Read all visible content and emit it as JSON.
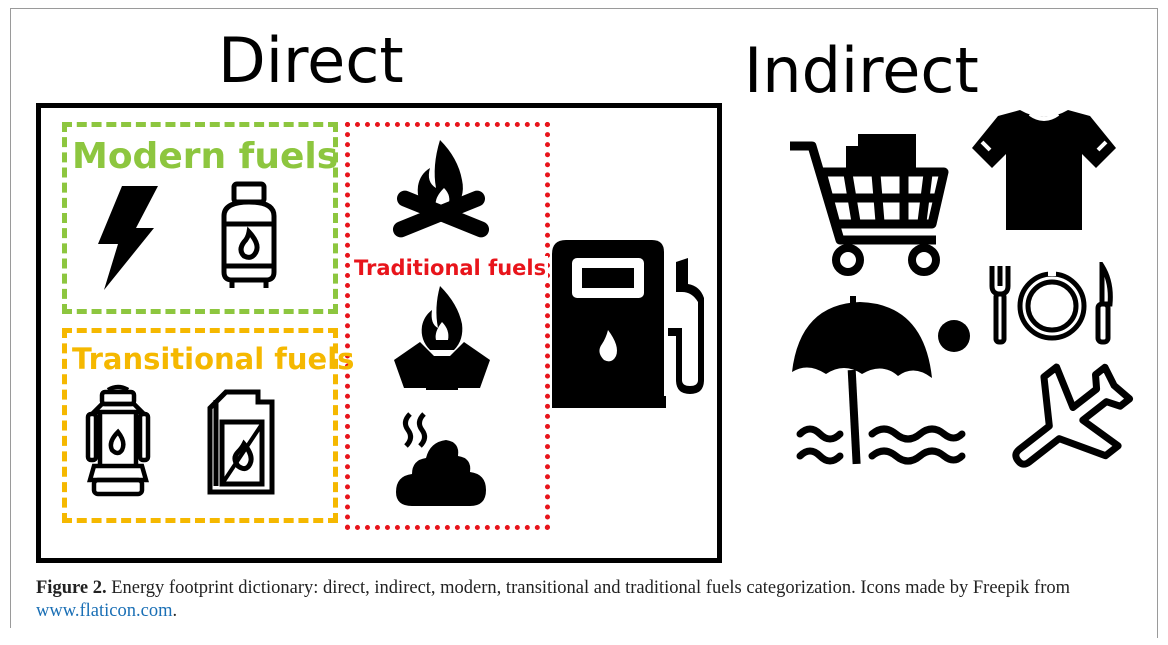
{
  "titles": {
    "direct": "Direct",
    "indirect": "Indirect"
  },
  "groups": {
    "modern": {
      "label": "Modern fuels",
      "color": "#8dc63f",
      "icons": [
        "lightning-bolt-icon",
        "gas-cylinder-icon"
      ]
    },
    "transitional": {
      "label": "Transitional fuels",
      "color": "#f5b800",
      "icons": [
        "kerosene-lantern-icon",
        "fuel-canister-icon"
      ]
    },
    "traditional": {
      "label": "Traditional fuels",
      "color": "#e8141b",
      "icons": [
        "campfire-icon",
        "charcoal-fire-icon",
        "dung-icon"
      ]
    }
  },
  "direct_extra_icons": [
    "fuel-pump-icon"
  ],
  "indirect_icons": [
    "shopping-cart-icon",
    "tshirt-icon",
    "cutlery-plate-icon",
    "beach-umbrella-icon",
    "airplane-icon"
  ],
  "caption": {
    "figure_label": "Figure 2.",
    "text": " Energy footprint dictionary: direct, indirect, modern, transitional and traditional fuels categorization. Icons made by Freepik from ",
    "link": "www.flaticon.com",
    "end": "."
  }
}
